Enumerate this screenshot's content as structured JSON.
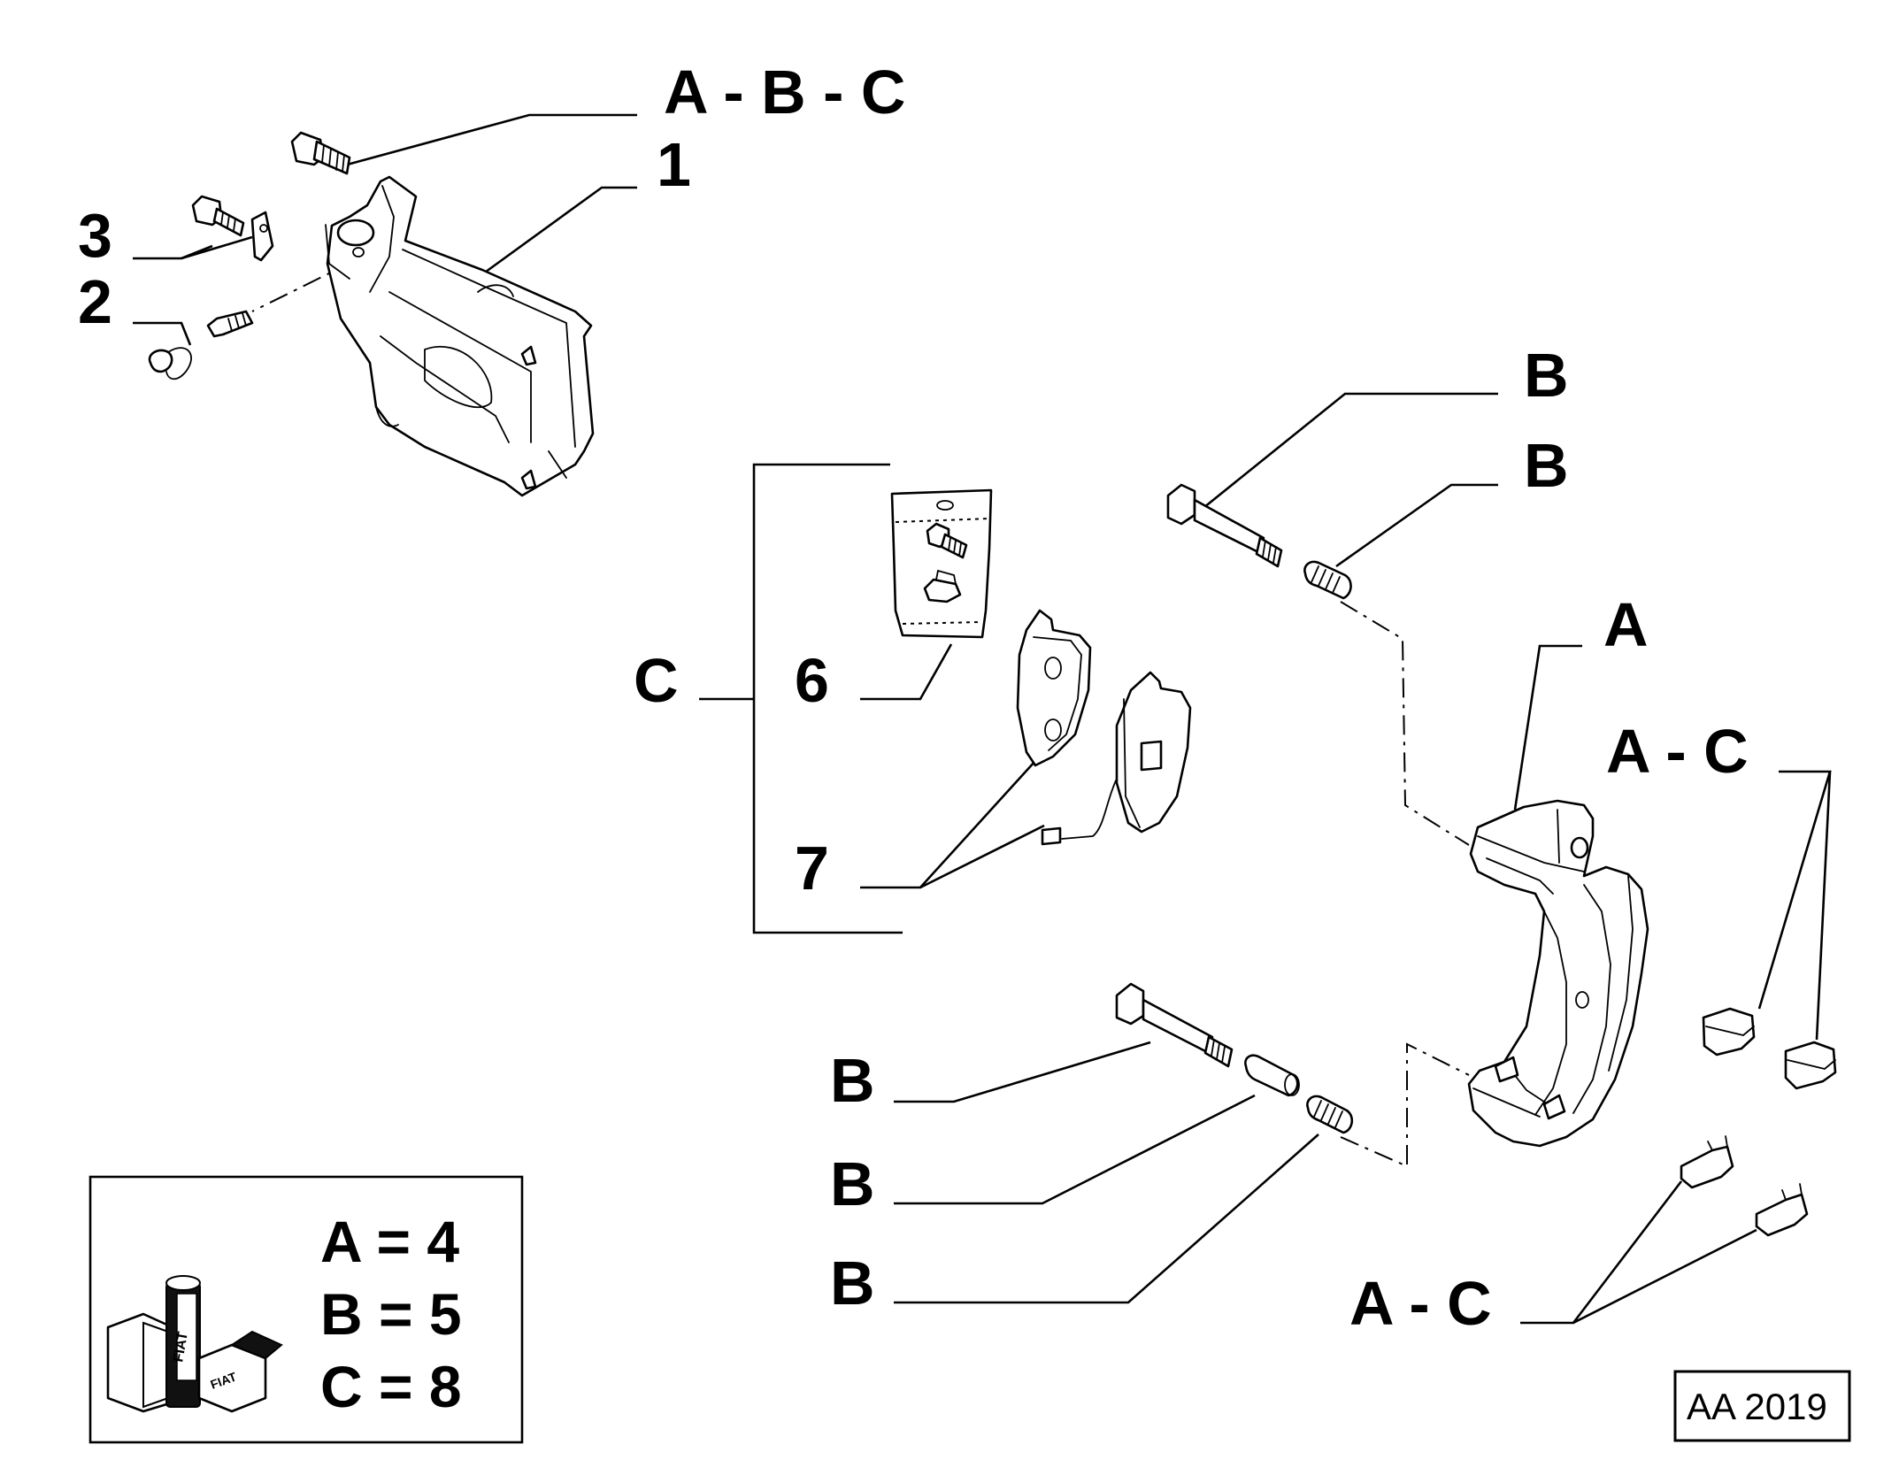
{
  "callouts": {
    "abc_top": "A - B - C",
    "n1": "1",
    "n2": "2",
    "n3": "3",
    "n6": "6",
    "n7": "7",
    "group_c": "C",
    "b_upper_1": "B",
    "b_upper_2": "B",
    "a_bracket": "A",
    "ac_upper": "A - C",
    "b_lower_1": "B",
    "b_lower_2": "B",
    "b_lower_3": "B",
    "ac_lower": "A - C"
  },
  "kit_legend": {
    "rows": [
      "A = 4",
      "B = 5",
      "C = 8"
    ],
    "logo_text": "FIAT"
  },
  "drawing_code": "AA 2019"
}
